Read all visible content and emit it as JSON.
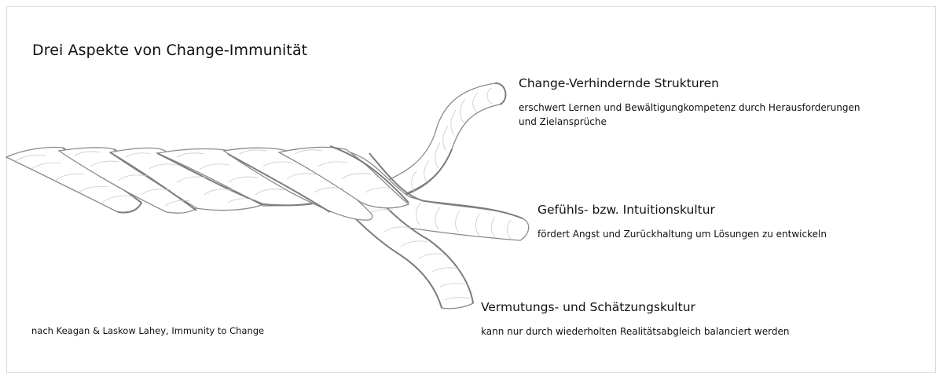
{
  "diagram": {
    "title": "Drei Aspekte von Change-Immunität",
    "source": "nach Keagan & Laskow Lahey, Immunity to Change",
    "illustration": "rope-with-three-strands",
    "strands": [
      {
        "heading": "Change-Verhindernde Strukturen",
        "description_line1": "erschwert Lernen und Bewältigungkompetenz durch Herausforderungen",
        "description_line2": "und Zielansprüche"
      },
      {
        "heading": "Gefühls- bzw. Intuitionskultur",
        "description_line1": "fördert Angst und Zurückhaltung um Lösungen zu entwickeln"
      },
      {
        "heading": "Vermutungs- und Schätzungskultur",
        "description_line1": "kann nur durch wiederholten Realitätsabgleich balanciert werden"
      }
    ],
    "colors": {
      "text": "#111111",
      "rope_outline": "#8a8a8a",
      "rope_fiber": "#c9c9c9",
      "frame_border": "#dcdcdc"
    }
  }
}
